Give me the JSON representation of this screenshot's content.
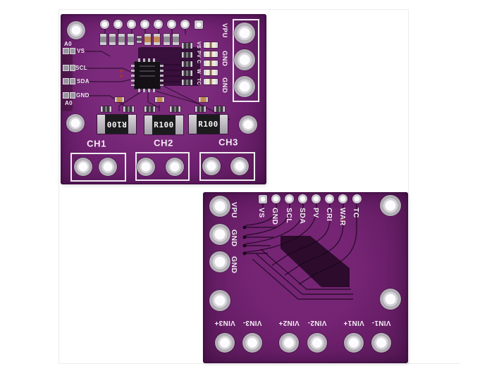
{
  "photo": {
    "description": "Two purple INA3221 breakout PCB modules, front and back views",
    "background_color": "#ffffff",
    "frame_color": "#ececec",
    "pcb_color": "#6F2170",
    "silkscreen_color": "#F2EDF3"
  },
  "front_board": {
    "side": "front",
    "left_labels": [
      "A0",
      "VS",
      "SCL",
      "SDA",
      "GND",
      "A0"
    ],
    "indicator_labels": [
      "VS",
      "PV",
      "C",
      "W",
      "TC"
    ],
    "power_labels": [
      "VPU",
      "GND",
      "GND"
    ],
    "shunt_labels": [
      "R100",
      "R100",
      "R100"
    ],
    "channel_labels": [
      "CH1",
      "CH2",
      "CH3"
    ]
  },
  "back_board": {
    "side": "back",
    "power_labels": [
      "VPU",
      "GND",
      "GND"
    ],
    "header_labels": [
      "VS",
      "GND",
      "SCL",
      "SDA",
      "PV",
      "CRI",
      "WAR",
      "TC"
    ],
    "input_labels": [
      "VIN3+",
      "VIN3-",
      "VIN2+",
      "VIN2-",
      "VIN1+",
      "VIN1-"
    ]
  }
}
